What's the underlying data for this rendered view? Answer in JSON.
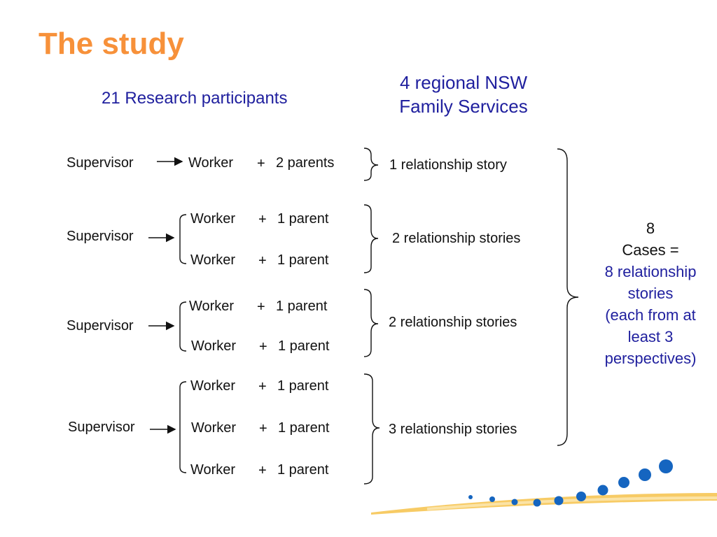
{
  "title": "The study",
  "participants_label": "21 Research participants",
  "services_label": [
    "4 regional NSW",
    "Family Services"
  ],
  "supervisor_label": "Supervisor",
  "worker_label": "Worker",
  "plus": "+",
  "groups": [
    {
      "rows": [
        {
          "parent": "2 parents"
        }
      ],
      "story": "1 relationship story"
    },
    {
      "rows": [
        {
          "parent": "1 parent"
        },
        {
          "parent": "1 parent"
        }
      ],
      "story": "2 relationship stories"
    },
    {
      "rows": [
        {
          "parent": "1 parent"
        },
        {
          "parent": "1 parent"
        }
      ],
      "story": "2 relationship stories"
    },
    {
      "rows": [
        {
          "parent": "1 parent"
        },
        {
          "parent": "1 parent"
        },
        {
          "parent": "1 parent"
        }
      ],
      "story": "3 relationship stories"
    }
  ],
  "summary": {
    "count": "8",
    "cases": "Cases =",
    "stories": "8 relationship stories",
    "perspectives": "(each from at least 3 perspectives)"
  },
  "colors": {
    "title": "#f7913a",
    "accent_blue": "#1f1f9e",
    "dots": "#1565c0",
    "swoosh": "#f6c24a"
  }
}
